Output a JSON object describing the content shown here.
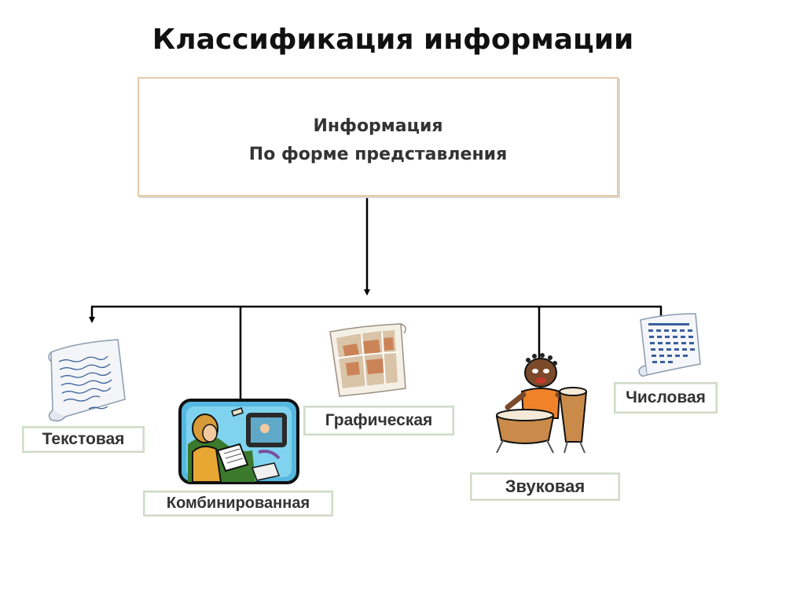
{
  "title": "Классификация информации",
  "root": {
    "line1": "Информация",
    "line2": "По форме представления"
  },
  "categories": {
    "text": "Текстовая",
    "combined": "Комбинированная",
    "graphic": "Графическая",
    "sound": "Звуковая",
    "numeric": "Числовая"
  },
  "colors": {
    "connector": "#000000",
    "root_border": "#e9c9a7",
    "label_border": "#cfdcc4"
  },
  "icons": {
    "text": "handwritten-letter-icon",
    "combined": "person-at-computer-icon",
    "graphic": "map-scroll-icon",
    "sound": "drummer-icon",
    "numeric": "number-table-scroll-icon"
  }
}
